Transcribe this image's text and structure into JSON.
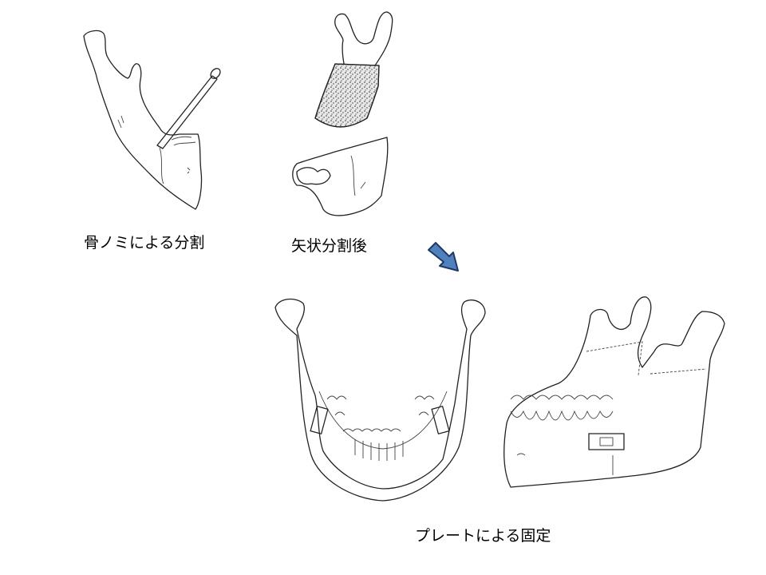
{
  "labels": {
    "osteotome_split": "骨ノミによる分割",
    "after_sagittal_split": "矢状分割後",
    "plate_fixation": "プレートによる固定"
  },
  "colors": {
    "arrow_fill": "#4f81bd",
    "arrow_stroke": "#1f3864"
  }
}
